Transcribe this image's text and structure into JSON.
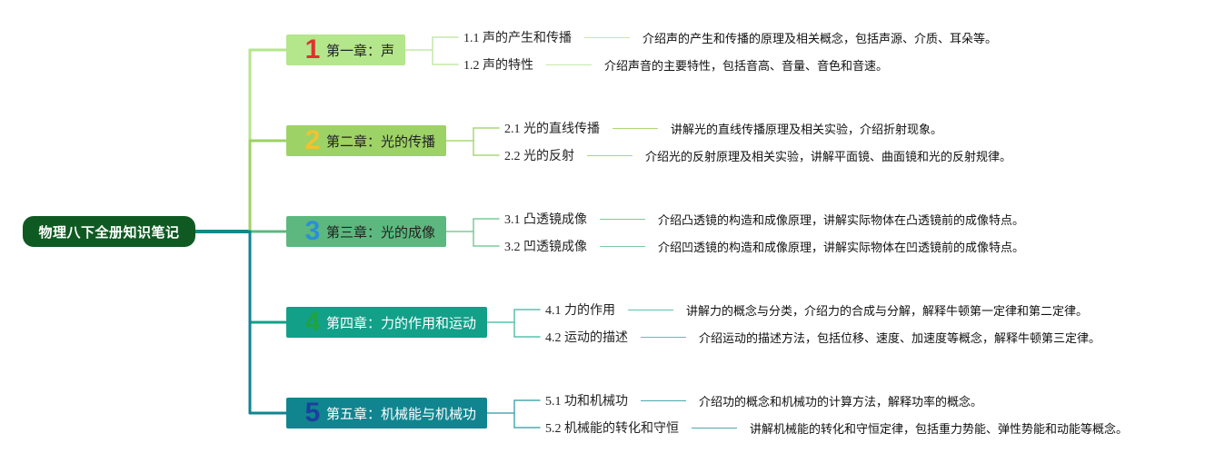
{
  "root": {
    "label": "物理八下全册知识笔记",
    "color": "#0f5a23"
  },
  "chapters": [
    {
      "number": "1",
      "title": "第一章：声",
      "box_color": "#b4e68c",
      "number_color": "#e0322d",
      "title_color": "#222222",
      "line_color": "#c4e8a8",
      "items": [
        {
          "label": "1.1 声的产生和传播",
          "desc": "介绍声的产生和传播的原理及相关概念，包括声源、介质、耳朵等。"
        },
        {
          "label": "1.2 声的特性",
          "desc": "介绍声音的主要特性，包括音高、音量、音色和音速。"
        }
      ]
    },
    {
      "number": "2",
      "title": "第二章：光的传播",
      "box_color": "#9dd266",
      "number_color": "#f1c232",
      "title_color": "#222222",
      "line_color": "#a8d878",
      "items": [
        {
          "label": "2.1 光的直线传播",
          "desc": "讲解光的直线传播原理及相关实验，介绍折射现象。"
        },
        {
          "label": "2.2 光的反射",
          "desc": "介绍光的反射原理及相关实验，讲解平面镜、曲面镜和光的反射规律。"
        }
      ]
    },
    {
      "number": "3",
      "title": "第三章：光的成像",
      "box_color": "#5cb87e",
      "number_color": "#2b8fd6",
      "title_color": "#222222",
      "line_color": "#7ccb9a",
      "items": [
        {
          "label": "3.1 凸透镜成像",
          "desc": "介绍凸透镜的构造和成像原理，讲解实际物体在凸透镜前的成像特点。"
        },
        {
          "label": "3.2 凹透镜成像",
          "desc": "介绍凹透镜的构造和成像原理，讲解实际物体在凹透镜前的成像特点。"
        }
      ]
    },
    {
      "number": "4",
      "title": "第四章：力的作用和运动",
      "box_color": "#12a089",
      "number_color": "#1fa343",
      "title_color": "#ffffff",
      "line_color": "#5cc0b0",
      "items": [
        {
          "label": "4.1 力的作用",
          "desc": "讲解力的概念与分类，介绍力的合成与分解，解释牛顿第一定律和第二定律。"
        },
        {
          "label": "4.2 运动的描述",
          "desc": "介绍运动的描述方法，包括位移、速度、加速度等概念，解释牛顿第三定律。"
        }
      ]
    },
    {
      "number": "5",
      "title": "第五章：机械能与机械功",
      "box_color": "#10858f",
      "number_color": "#1c3f9e",
      "title_color": "#ffffff",
      "line_color": "#4fa8b0",
      "items": [
        {
          "label": "5.1 功和机械功",
          "desc": "介绍功的概念和机械功的计算方法，解释功率的概念。"
        },
        {
          "label": "5.2 机械能的转化和守恒",
          "desc": "讲解机械能的转化和守恒定律，包括重力势能、弹性势能和动能等概念。"
        }
      ]
    }
  ]
}
